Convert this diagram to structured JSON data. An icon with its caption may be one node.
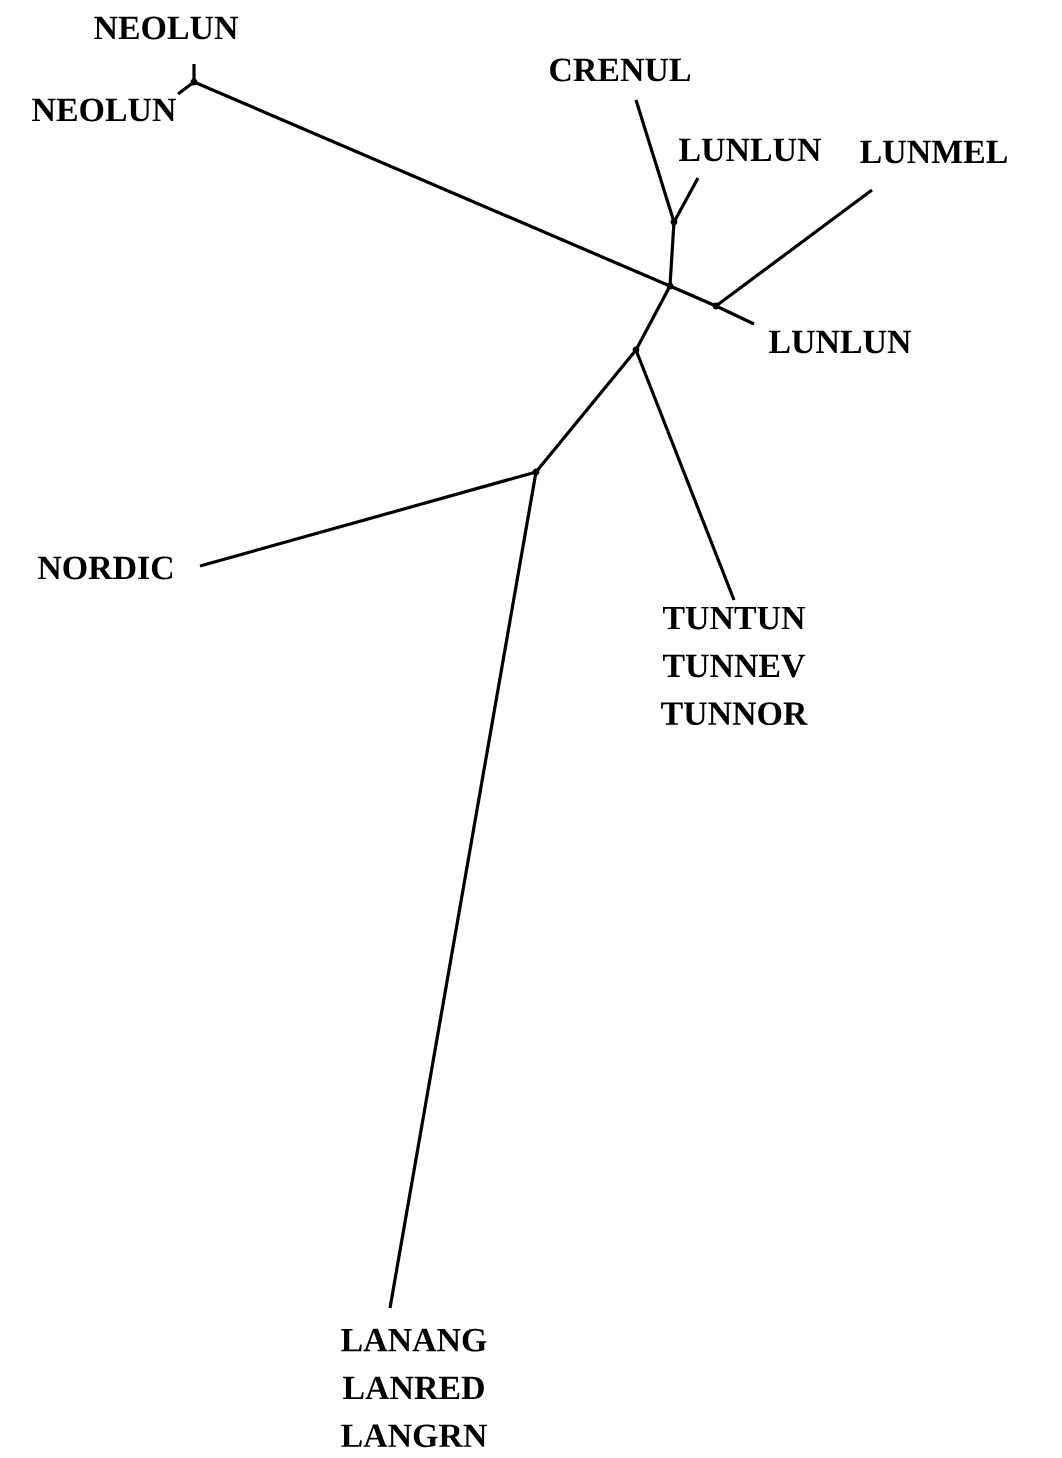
{
  "diagram": {
    "nodes": [
      {
        "text": [
          "NEOLUN"
        ]
      },
      {
        "text": [
          "NEOLUN"
        ]
      },
      {
        "text": [
          "CRENUL"
        ]
      },
      {
        "text": [
          "LUNLUN"
        ]
      },
      {
        "text": [
          "LUNMEL"
        ]
      },
      {
        "text": [
          "LUNLUN"
        ]
      },
      {
        "text": [
          "NORDIC"
        ]
      },
      {
        "text": [
          "TUNTUN",
          "TUNNEV",
          "TUNNOR"
        ]
      },
      {
        "text": [
          "LANANG",
          "LANRED",
          "LANGRN"
        ]
      },
      {
        "text": [],
        "shape": "point"
      },
      {
        "text": [],
        "shape": "point"
      },
      {
        "text": [],
        "shape": "point"
      },
      {
        "text": [],
        "shape": "point"
      },
      {
        "text": [],
        "shape": "point"
      },
      {
        "text": [],
        "shape": "point"
      }
    ],
    "edges": [
      {
        "from": 9,
        "to": 0,
        "arrow": "none"
      },
      {
        "from": 9,
        "to": 1,
        "arrow": "none"
      },
      {
        "from": 9,
        "to": 11,
        "arrow": "none"
      },
      {
        "from": 10,
        "to": 2,
        "arrow": "none"
      },
      {
        "from": 10,
        "to": 3,
        "arrow": "none"
      },
      {
        "from": 10,
        "to": 11,
        "arrow": "none"
      },
      {
        "from": 12,
        "to": 4,
        "arrow": "none"
      },
      {
        "from": 12,
        "to": 5,
        "arrow": "none"
      },
      {
        "from": 11,
        "to": 12,
        "arrow": "none"
      },
      {
        "from": 11,
        "to": 13,
        "arrow": "none"
      },
      {
        "from": 13,
        "to": 7,
        "arrow": "none"
      },
      {
        "from": 13,
        "to": 14,
        "arrow": "none"
      },
      {
        "from": 14,
        "to": 6,
        "arrow": "none"
      },
      {
        "from": 14,
        "to": 8,
        "arrow": "none"
      }
    ]
  }
}
